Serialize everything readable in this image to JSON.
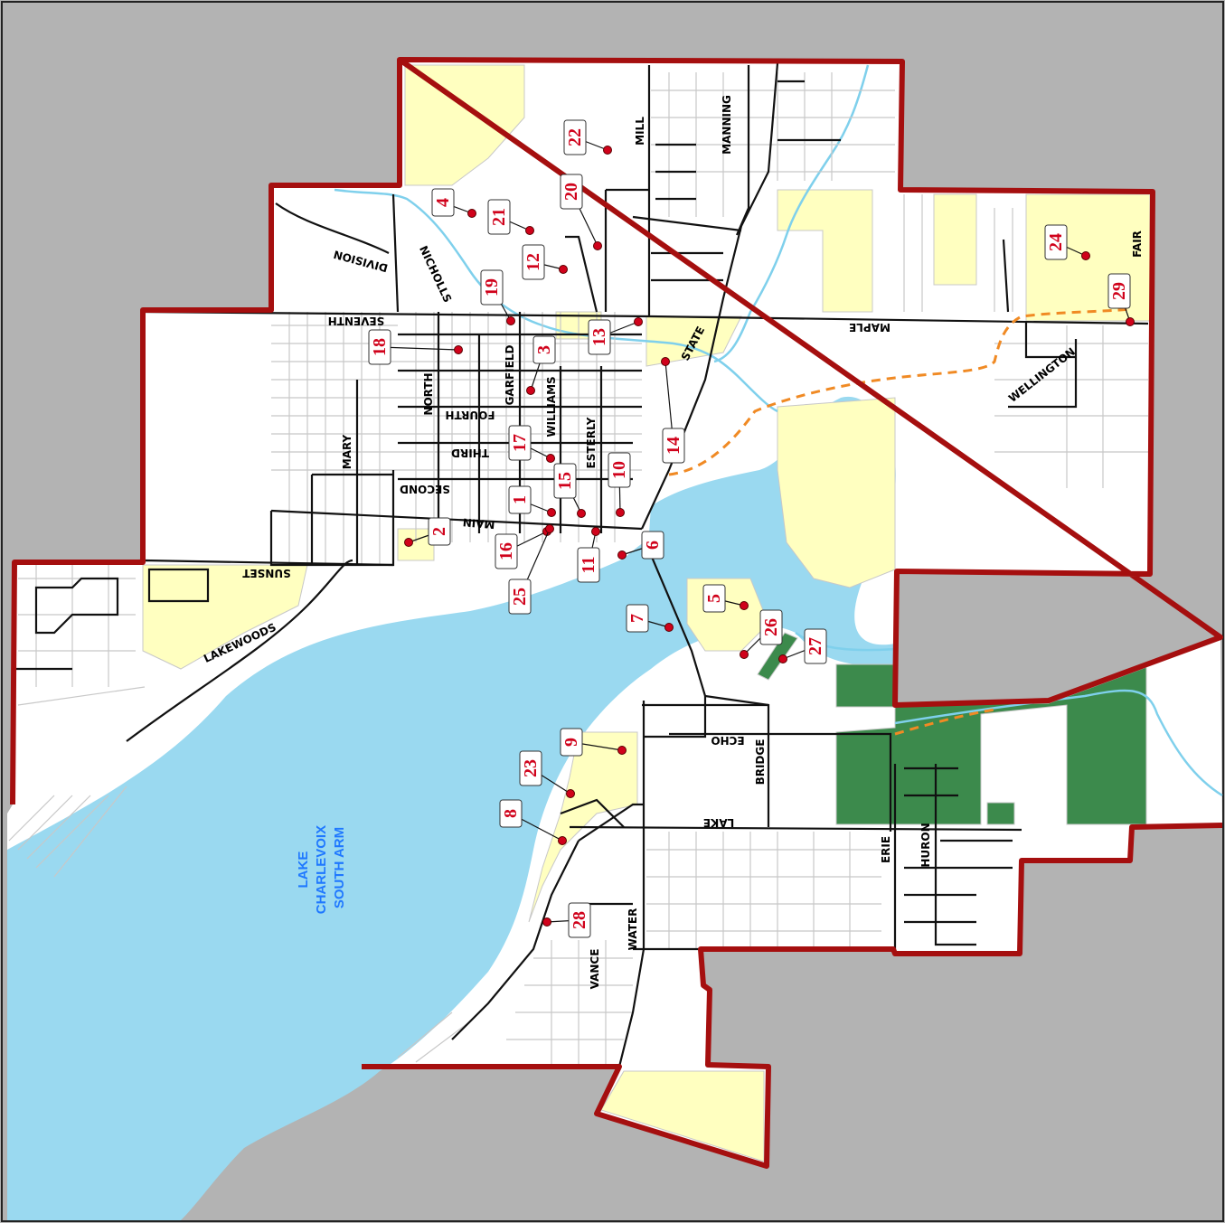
{
  "map": {
    "colors": {
      "outside": "#b3b3b3",
      "land": "#ffffff",
      "water": "#9ad9f0",
      "park": "#ffffc0",
      "forest": "#3c8a4c",
      "boundary": "#a50f0f",
      "road": "#111111",
      "minor_road": "#c8c8c8",
      "trail": "#f08a24",
      "marker": "#d0021b"
    },
    "lake_label": [
      "LAKE",
      "CHARLEVOIX",
      "SOUTH ARM"
    ],
    "streets": {
      "mill": "MILL",
      "manning": "MANNING",
      "division": "DIVISION",
      "nicholls": "NICHOLLS",
      "seventh": "SEVENTH",
      "north": "NORTH",
      "garfield": "GARFIELD",
      "williams": "WILLIAMS",
      "fourth": "FOURTH",
      "third": "THIRD",
      "esterly": "ESTERLY",
      "second": "SECOND",
      "main": "MAIN",
      "mary": "MARY",
      "sunset": "SUNSET",
      "lakewoods": "LAKEWOODS",
      "state": "STATE",
      "maple": "MAPLE",
      "wellington": "WELLINGTON",
      "fair": "FAIR",
      "echo": "ECHO",
      "bridge": "BRIDGE",
      "lake": "LAKE",
      "erie": "ERIE",
      "huron": "HURON",
      "water": "WATER",
      "vance": "VANCE"
    },
    "markers": [
      {
        "id": "1",
        "label": "1"
      },
      {
        "id": "2",
        "label": "2"
      },
      {
        "id": "3",
        "label": "3"
      },
      {
        "id": "4",
        "label": "4"
      },
      {
        "id": "5",
        "label": "5"
      },
      {
        "id": "6",
        "label": "6"
      },
      {
        "id": "7",
        "label": "7"
      },
      {
        "id": "8",
        "label": "8"
      },
      {
        "id": "9",
        "label": "9"
      },
      {
        "id": "10",
        "label": "10"
      },
      {
        "id": "11",
        "label": "11"
      },
      {
        "id": "12",
        "label": "12"
      },
      {
        "id": "13",
        "label": "13"
      },
      {
        "id": "14",
        "label": "14"
      },
      {
        "id": "15",
        "label": "15"
      },
      {
        "id": "16",
        "label": "16"
      },
      {
        "id": "17",
        "label": "17"
      },
      {
        "id": "18",
        "label": "18"
      },
      {
        "id": "19",
        "label": "19"
      },
      {
        "id": "20",
        "label": "20"
      },
      {
        "id": "21",
        "label": "21"
      },
      {
        "id": "22",
        "label": "22"
      },
      {
        "id": "23",
        "label": "23"
      },
      {
        "id": "24",
        "label": "24"
      },
      {
        "id": "25",
        "label": "25"
      },
      {
        "id": "26",
        "label": "26"
      },
      {
        "id": "27",
        "label": "27"
      },
      {
        "id": "28",
        "label": "28"
      },
      {
        "id": "29",
        "label": "29"
      }
    ]
  }
}
